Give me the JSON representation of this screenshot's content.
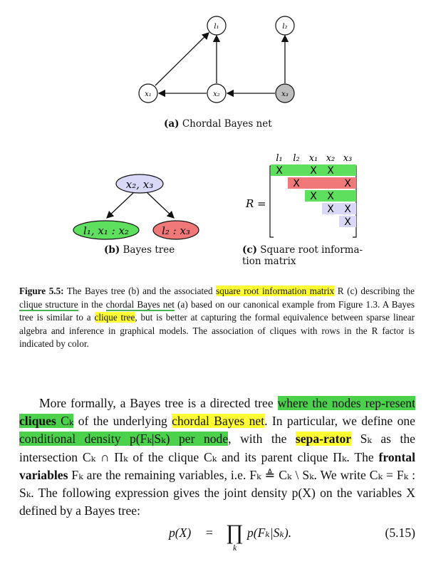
{
  "figure_a": {
    "nodes": [
      {
        "id": "l1",
        "label": "l₁"
      },
      {
        "id": "l2",
        "label": "l₂"
      },
      {
        "id": "x1",
        "label": "x₁"
      },
      {
        "id": "x2",
        "label": "x₂"
      },
      {
        "id": "x3",
        "label": "x₃"
      }
    ],
    "caption_tag": "(a)",
    "caption_text": "Chordal Bayes net"
  },
  "figure_b": {
    "root_label": "x₂, x₃",
    "left_label": "l₁, x₁ : x₂",
    "right_label": "l₂ : x₃",
    "caption_tag": "(b)",
    "caption_text": "Bayes tree",
    "colors": {
      "root": "#d9d9f7",
      "left": "#5ee05e",
      "right": "#f07878"
    }
  },
  "figure_c": {
    "R_label": "R =",
    "col_headers": [
      "l₁",
      "l₂",
      "x₁",
      "x₂",
      "x₃"
    ],
    "rows": [
      [
        "X",
        "",
        "X",
        "X",
        ""
      ],
      [
        "",
        "X",
        "",
        "",
        "X"
      ],
      [
        "",
        "",
        "X",
        "X",
        ""
      ],
      [
        "",
        "",
        "",
        "X",
        "X"
      ],
      [
        "",
        "",
        "",
        "",
        "X"
      ]
    ],
    "row_colors": [
      "#5ee05e",
      "#f07878",
      "#5ee05e",
      "#d9d9f7",
      "#d9d9f7"
    ],
    "caption_tag": "(c)",
    "caption_line1": "Square root informa-",
    "caption_line2": "tion matrix"
  },
  "figure_caption": {
    "label": "Figure 5.5:",
    "p1": " The Bayes tree (b) and the associated ",
    "h1": "square root information matrix",
    "p2": " R (c) describing the ",
    "u1": "clique structure",
    "p3": " in the ",
    "u2": "chordal Bayes net",
    "p4": " (a) based on our canonical example from Figure 1.3. A Bayes tree is similar to a ",
    "h2": "clique tree",
    "p5": ", but is better at capturing the formal equivalence between sparse linear algebra and inference in graphical models. The association of cliques with rows in the R factor is indicated by color."
  },
  "body": {
    "t1": "More formally, a Bayes tree is a directed tree ",
    "g1": "where the nodes rep-resent ",
    "g1b": "cliques",
    "g1c": " Cₖ",
    "t2": " of the underlying ",
    "y1": "chordal Bayes net",
    "t3": ". In particular, we define one ",
    "g2": "conditional density p(Fₖ|Sₖ) per node",
    "t4": ", with the ",
    "y2": "sepa-rator",
    "t5": " Sₖ as the intersection Cₖ ∩ Πₖ of the clique Cₖ and its parent clique Πₖ. The ",
    "b1": "frontal variables",
    "t6": " Fₖ are the remaining variables, i.e. Fₖ ≜ Cₖ \\ Sₖ. We write Cₖ = Fₖ : Sₖ. The following expression gives the joint density p(X) on the variables X defined by a Bayes tree:"
  },
  "equation": {
    "lhs": "p(X)",
    "eq": "=",
    "prod": "∏",
    "sub": "k",
    "rhs": "p(Fₖ|Sₖ).",
    "number": "(5.15)"
  }
}
